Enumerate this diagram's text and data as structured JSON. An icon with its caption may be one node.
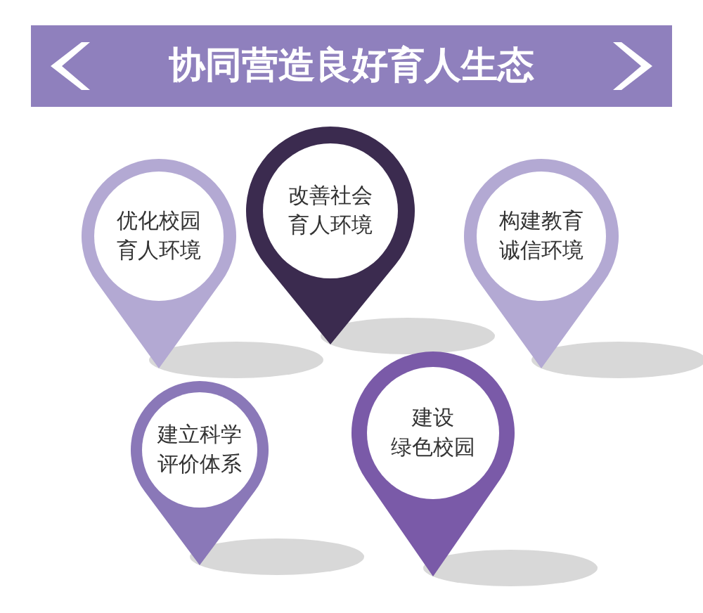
{
  "diagram": {
    "title": "协同营造良好育人生态",
    "nodes": [
      {
        "text": [
          "优化校园育人环境"
        ]
      },
      {
        "text": [
          "改善社会育人环境"
        ]
      },
      {
        "text": [
          "构建教育诚信环境"
        ]
      },
      {
        "text": [
          "建立科学评价体系"
        ]
      },
      {
        "text": [
          "建设绿色校园"
        ]
      }
    ]
  }
}
